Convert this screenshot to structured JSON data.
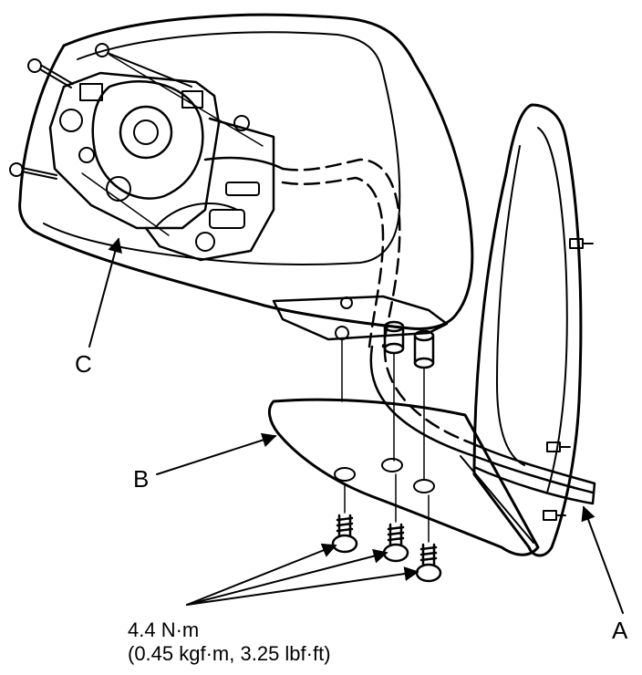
{
  "callouts": {
    "a": "A",
    "b": "B",
    "c": "C"
  },
  "torque": {
    "line1": "4.4 N·m",
    "line2": "(0.45 kgf·m, 3.25 lbf·ft)"
  },
  "colors": {
    "stroke": "#000000",
    "background": "#ffffff"
  }
}
